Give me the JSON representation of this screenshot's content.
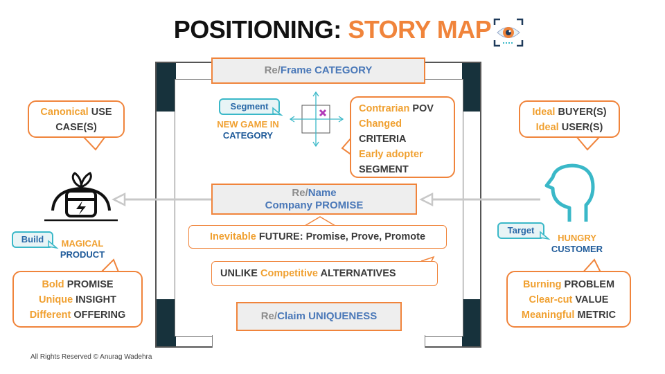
{
  "title": {
    "part1": "POSITIONING:",
    "part2": "STORY MAP"
  },
  "frame": {
    "reframe": {
      "prefix": "Re/",
      "main": "Frame CATEGORY"
    },
    "rename": {
      "prefix": "Re/",
      "main": "Name",
      "line2": "Company PROMISE"
    },
    "reclaim": {
      "prefix": "Re/",
      "main": "Claim UNIQUENESS"
    },
    "future": {
      "accent": "Inevitable",
      "rest": "FUTURE: Promise, Prove, Promote"
    },
    "unlike": {
      "a": "UNLIKE",
      "accent": "Competitive",
      "b": "ALTERNATIVES"
    }
  },
  "segment": {
    "tag": "Segment",
    "label_line1": "NEW GAME IN",
    "label_line2": "CATEGORY"
  },
  "contrarian": {
    "l1_accent": "Contrarian",
    "l1_rest": "POV",
    "l2": "Changed",
    "l3": "CRITERIA",
    "l4": "Early adopter",
    "l5": "SEGMENT"
  },
  "left": {
    "usecase": {
      "accent": "Canonical",
      "rest": "USE",
      "line2": "CASE(S)"
    },
    "build_tag": "Build",
    "label_line1": "MAGICAL",
    "label_line2": "PRODUCT",
    "list": [
      {
        "accent": "Bold",
        "rest": "PROMISE"
      },
      {
        "accent": "Unique",
        "rest": "INSIGHT"
      },
      {
        "accent": "Different",
        "rest": "OFFERING"
      }
    ]
  },
  "right": {
    "buyers": [
      {
        "accent": "Ideal",
        "rest": "BUYER(S)"
      },
      {
        "accent": "Ideal",
        "rest": "USER(S)"
      }
    ],
    "target_tag": "Target",
    "label_line1": "HUNGRY",
    "label_line2": "CUSTOMER",
    "list": [
      {
        "accent": "Burning",
        "rest": "PROBLEM"
      },
      {
        "accent": "Clear-cut",
        "rest": "VALUE"
      },
      {
        "accent": "Meaningful",
        "rest": "METRIC"
      }
    ]
  },
  "footer": "All Rights Reserved ©  Anurag Wadehra",
  "colors": {
    "orange": "#f0843b",
    "accent_text": "#f0a030",
    "blue": "#4a78b8",
    "teal": "#3ab8c8",
    "dark_frame": "#17323c"
  },
  "icons": [
    "eye-icon",
    "product-bag-icon",
    "customer-head-icon",
    "crosshair-icon",
    "left-arrow-icon"
  ]
}
